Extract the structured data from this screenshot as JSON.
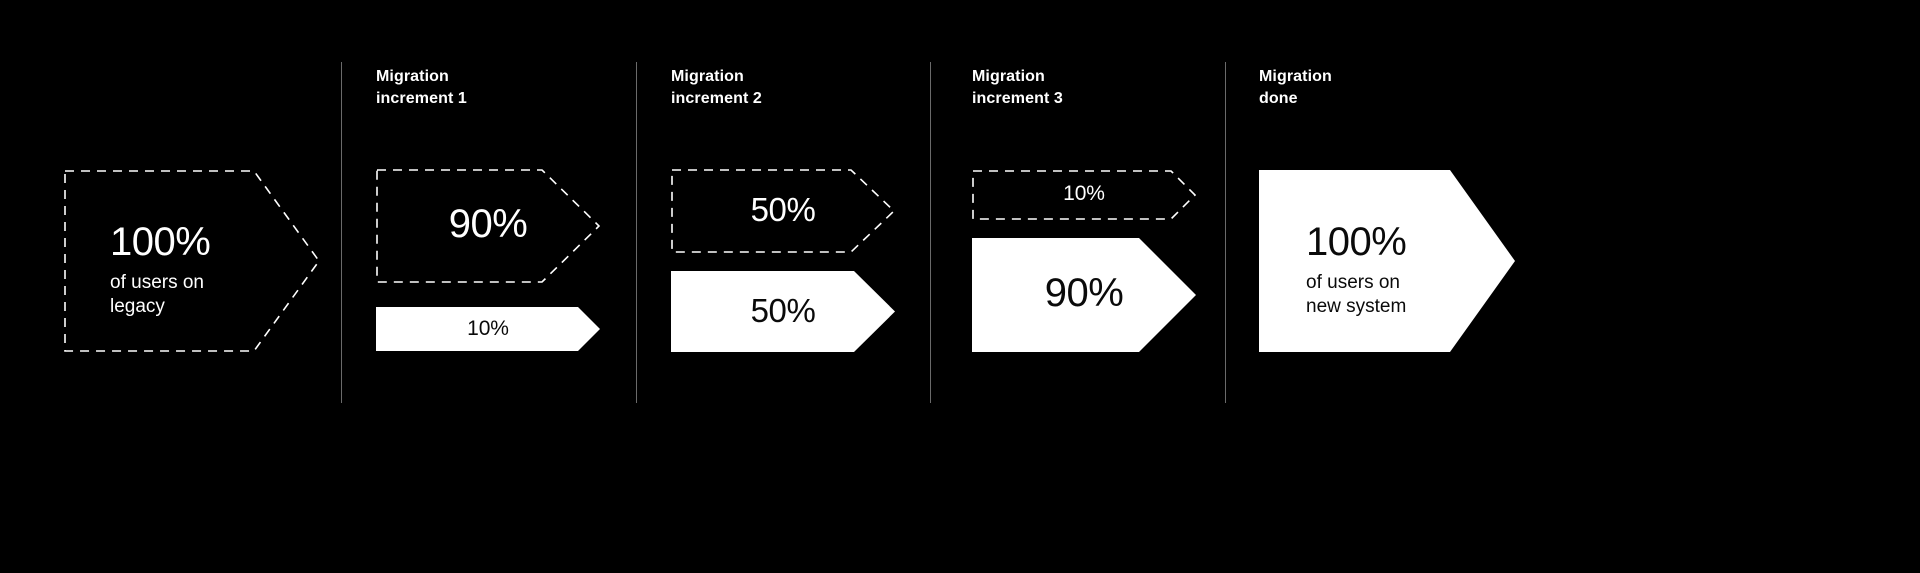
{
  "background_color": "#000000",
  "accent_light": "#ffffff",
  "divider_color": "#6a6a6a",
  "columns": [
    {
      "id": "legacy-start",
      "header": "",
      "arrows": [
        {
          "name": "legacy-arrow",
          "style": "dashed",
          "percent": "100%",
          "sub": "of users on\nlegacy"
        }
      ]
    },
    {
      "id": "increment-1",
      "header": "Migration\nincrement 1",
      "arrows": [
        {
          "name": "legacy-share-arrow",
          "style": "dashed",
          "percent": "90%",
          "sub": ""
        },
        {
          "name": "new-share-arrow",
          "style": "filled",
          "percent": "10%",
          "sub": ""
        }
      ]
    },
    {
      "id": "increment-2",
      "header": "Migration\nincrement 2",
      "arrows": [
        {
          "name": "legacy-share-arrow",
          "style": "dashed",
          "percent": "50%",
          "sub": ""
        },
        {
          "name": "new-share-arrow",
          "style": "filled",
          "percent": "50%",
          "sub": ""
        }
      ]
    },
    {
      "id": "increment-3",
      "header": "Migration\nincrement 3",
      "arrows": [
        {
          "name": "legacy-share-arrow",
          "style": "dashed",
          "percent": "10%",
          "sub": ""
        },
        {
          "name": "new-share-arrow",
          "style": "filled",
          "percent": "90%",
          "sub": ""
        }
      ]
    },
    {
      "id": "migration-done",
      "header": "Migration\ndone",
      "arrows": [
        {
          "name": "new-system-arrow",
          "style": "filled",
          "percent": "100%",
          "sub": "of users on\nnew system"
        }
      ]
    }
  ]
}
